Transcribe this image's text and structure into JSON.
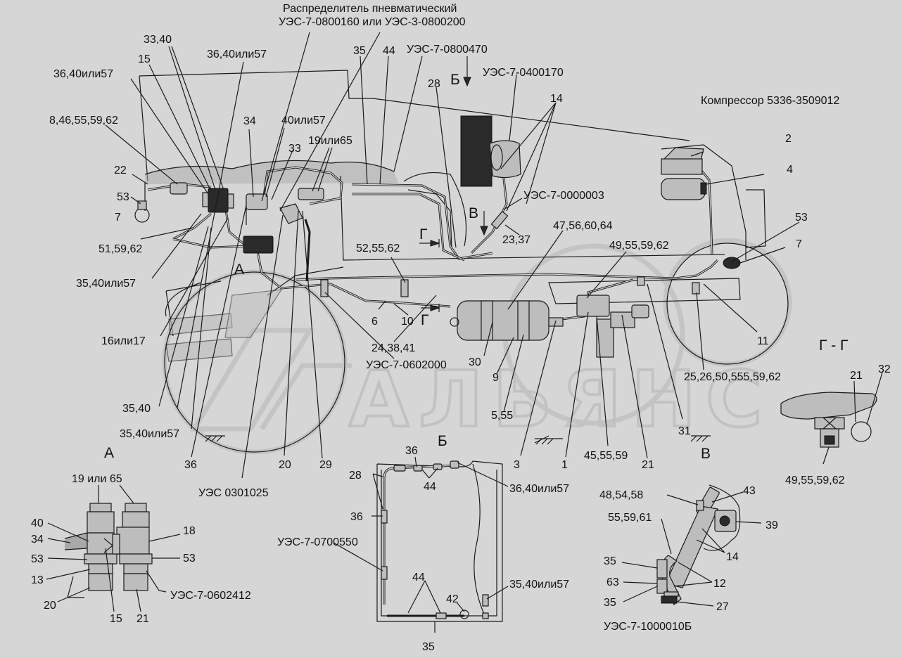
{
  "callouts": {
    "distributor_title": "Распределитель пневматический",
    "distributor_models": "УЭС-7-0800160 или УЭС-3-0800200",
    "c_33_40": "33,40",
    "c_15_top": "15",
    "c_36_40_57_a": "36,40или57",
    "c_36_40_57_b": "36,40или57",
    "c_8_46": "8,46,55,59,62",
    "c_22": "22",
    "c_53_left": "53",
    "c_7_left": "7",
    "c_51_59_62": "51,59,62",
    "c_35_40_57_left": "35,40или57",
    "c_16_17": "16или17",
    "c_35_40": "35,40",
    "c_35_40_57_low": "35,40или57",
    "c_36_bottom": "36",
    "c_uec_0301025": "УЭС 0301025",
    "c_20_mid": "20",
    "c_29": "29",
    "c_34_top": "34",
    "c_40_57": "40или57",
    "c_33_mid": "33",
    "c_19_65": "19или65",
    "c_A_view": "А",
    "c_35_top": "35",
    "c_44_top": "44",
    "c_uec_0800470": "УЭС-7-0800470",
    "c_28_top": "28",
    "c_B_arrow": "Б",
    "c_uec_0400170": "УЭС-7-0400170",
    "c_14_top": "14",
    "c_uec_0000003": "УЭС-7-0000003",
    "c_V_arrow": "В",
    "c_23_37": "23,37",
    "c_G_arrow_top": "Г",
    "c_52_55_62": "52,55,62",
    "c_6": "6",
    "c_10": "10",
    "c_G_arrow_bottom": "Г",
    "c_24_38_41": "24,38,41",
    "c_uec_0602000": "УЭС-7-0602000",
    "c_30": "30",
    "c_9": "9",
    "c_5_55": "5,55",
    "c_3": "3",
    "c_1": "1",
    "c_45_55_59": "45,55,59",
    "c_21_mid": "21",
    "c_31": "31",
    "c_47_56": "47,56,60,64",
    "c_49_55_top": "49,55,59,62",
    "c_compressor": "Компрессор 5336-3509012",
    "c_2": "2",
    "c_4": "4",
    "c_53_right": "53",
    "c_7_right": "7",
    "c_11": "11",
    "c_25_26": "25,26,50,555,59,62"
  },
  "section_GG": {
    "title": "Г - Г",
    "c_21": "21",
    "c_32": "32",
    "c_49": "49,55,59,62"
  },
  "detail_A": {
    "title": "А",
    "c_19_65": "19 или 65",
    "c_40": "40",
    "c_34": "34",
    "c_53_l": "53",
    "c_13": "13",
    "c_20": "20",
    "c_15": "15",
    "c_21": "21",
    "c_18": "18",
    "c_53_r": "53",
    "c_uec": "УЭС-7-0602412"
  },
  "detail_B": {
    "title": "Б",
    "c_36_top": "36",
    "c_44_top": "44",
    "c_28": "28",
    "c_36_40_57": "36,40или57",
    "c_36_side": "36",
    "c_uec": "УЭС-7-0700550",
    "c_44_bottom": "44",
    "c_42": "42",
    "c_35_40_57": "35,40или57",
    "c_35": "35"
  },
  "detail_V": {
    "title": "В",
    "c_48": "48,54,58",
    "c_43": "43",
    "c_55_59_61": "55,59,61",
    "c_39": "39",
    "c_35_a": "35",
    "c_14": "14",
    "c_63": "63",
    "c_12": "12",
    "c_35_b": "35",
    "c_27": "27",
    "c_uec": "УЭС-7-1000010Б"
  },
  "watermark": "АЛЬЯНС"
}
